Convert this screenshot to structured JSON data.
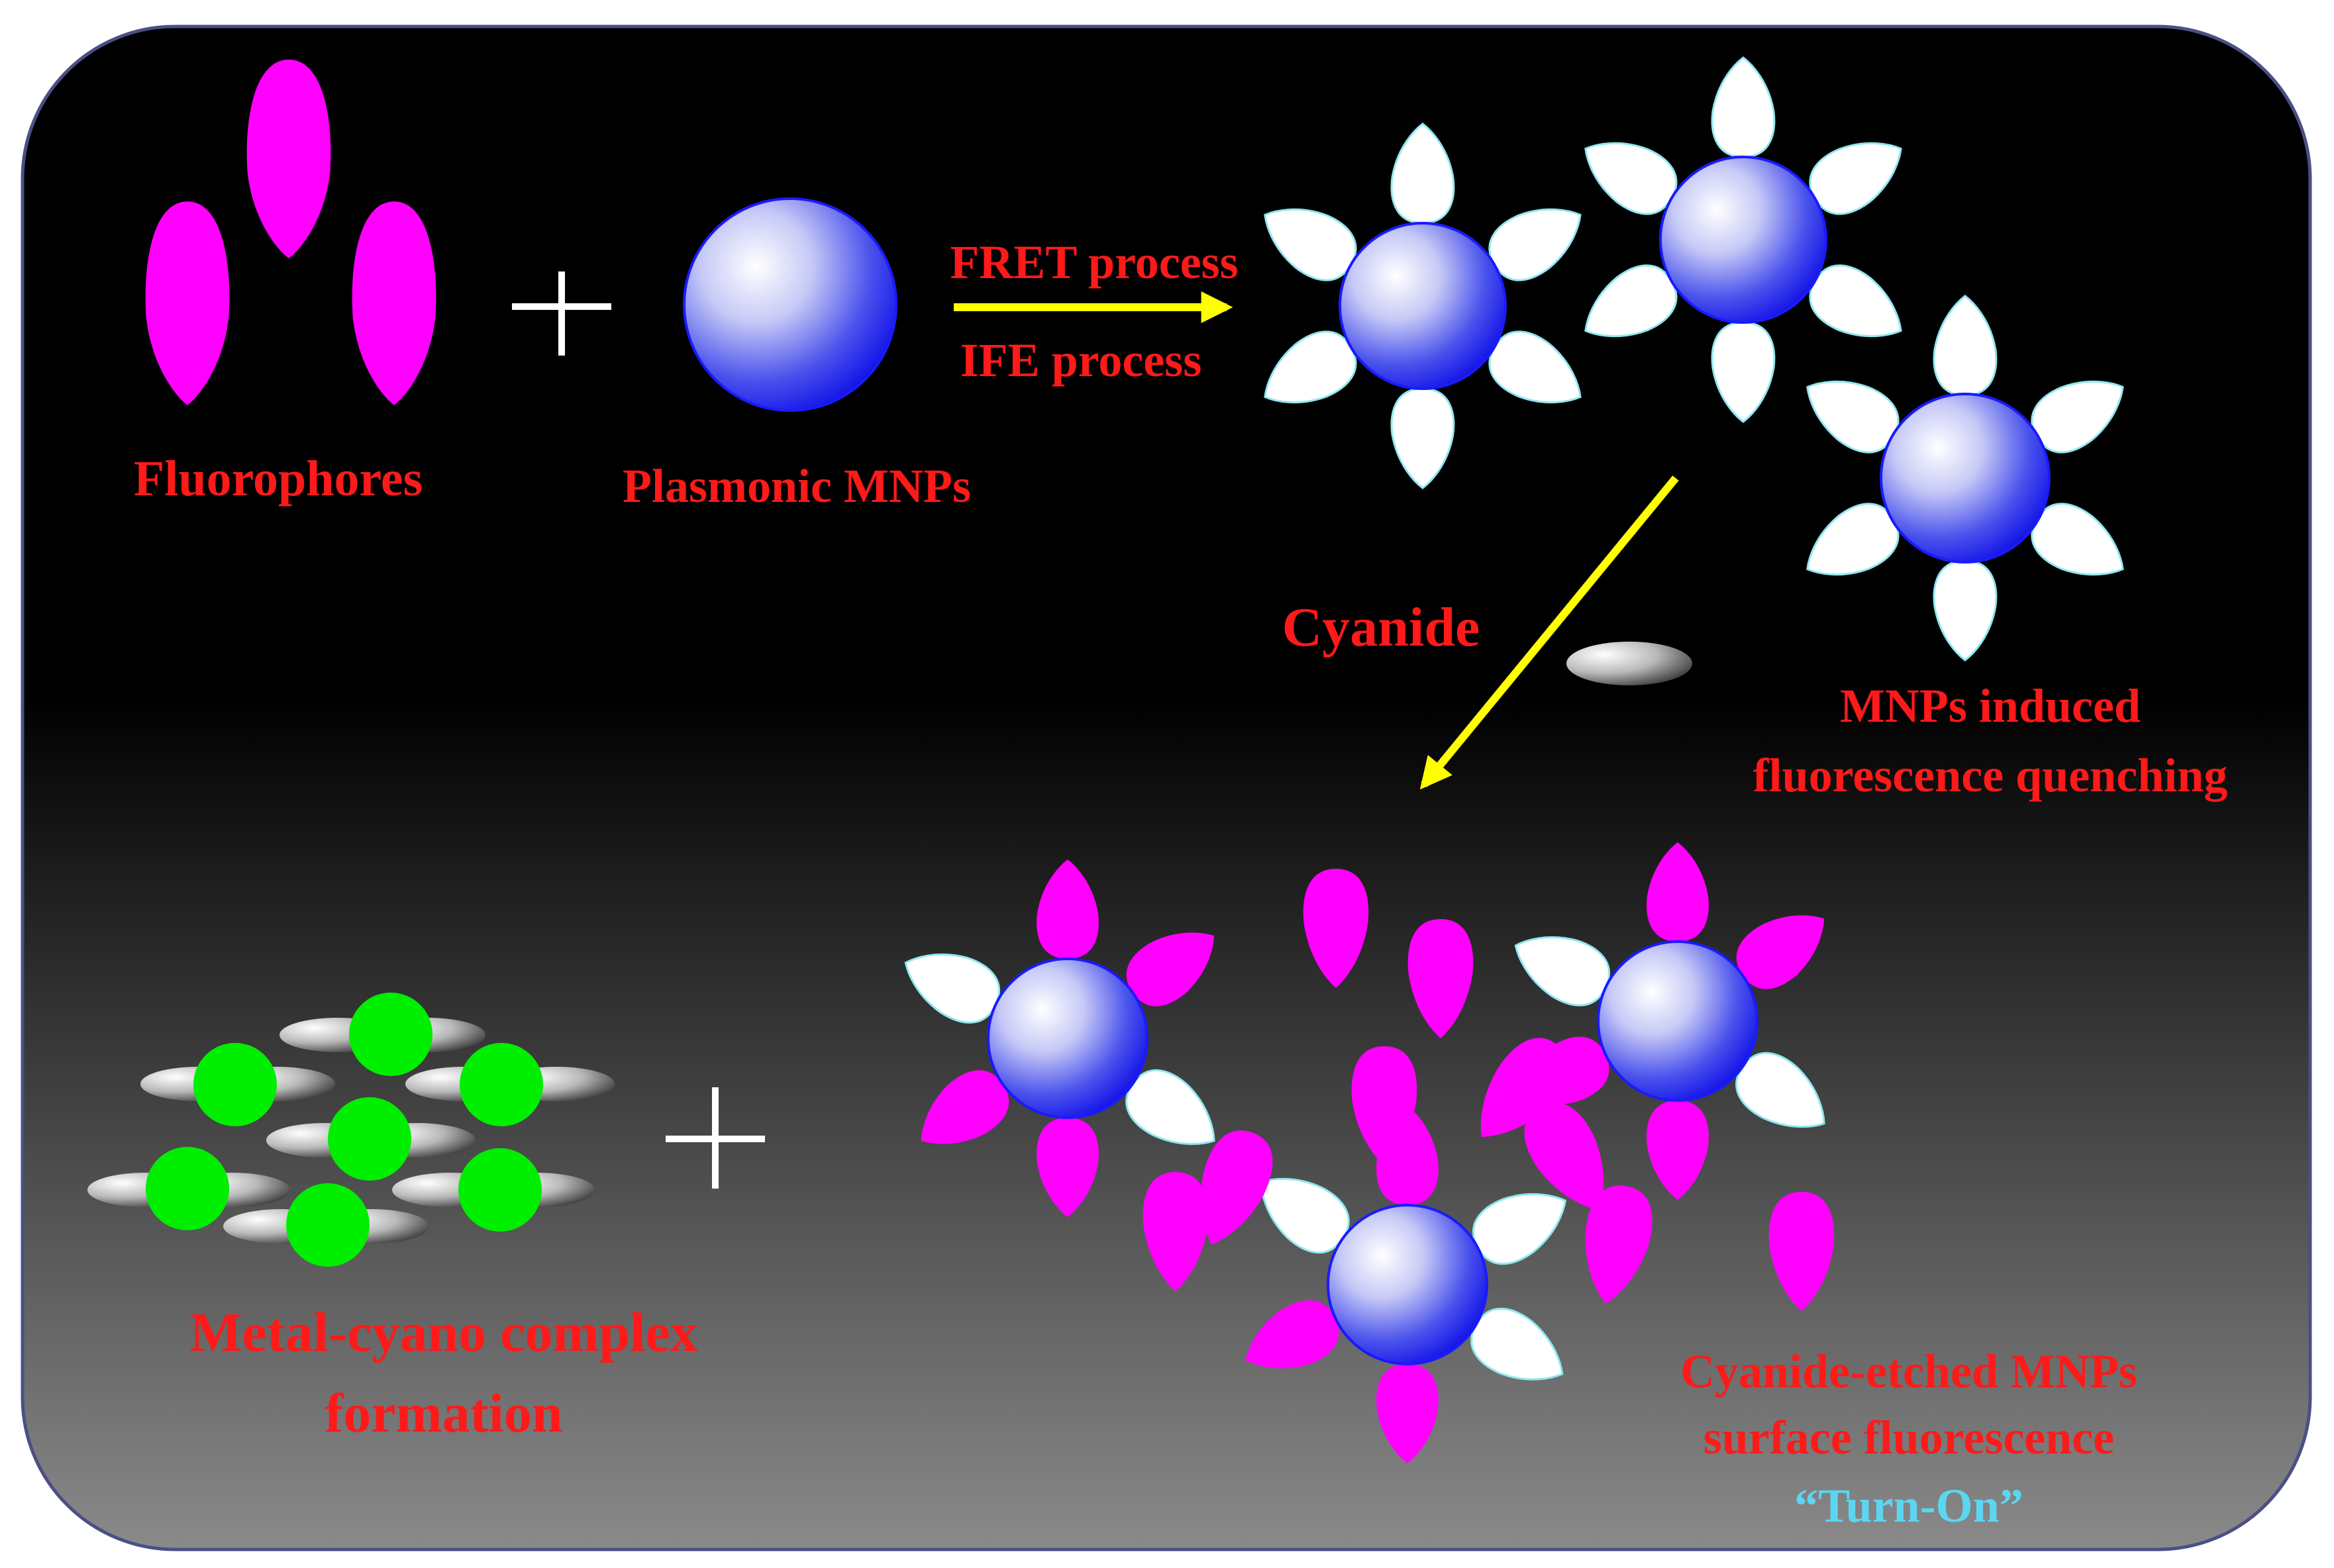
{
  "labels": {
    "fluorophores": "Fluorophores",
    "plasmonic": "Plasmonic MNPs",
    "fret": "FRET process",
    "ife": "IFE process",
    "cyanide": "Cyanide",
    "quench_line1": "MNPs induced",
    "quench_line2": "fluorescence quenching",
    "metal_line1": "Metal-cyano complex",
    "metal_line2": "formation",
    "etched_line1": "Cyanide-etched MNPs",
    "etched_line2": "surface  fluorescence",
    "turn_on": "“Turn-On”"
  },
  "colors": {
    "label_red": "#ff1a1a",
    "turn_on_cyan": "#5cd6f0",
    "fluorophore_magenta": "#ff00ff",
    "arrow_yellow": "#ffff00",
    "cyanide_green": "#00ee00",
    "particle_blue": "#1a1aff",
    "quenched_white": "#ffffff",
    "petal_outline": "#8ee8f0"
  }
}
